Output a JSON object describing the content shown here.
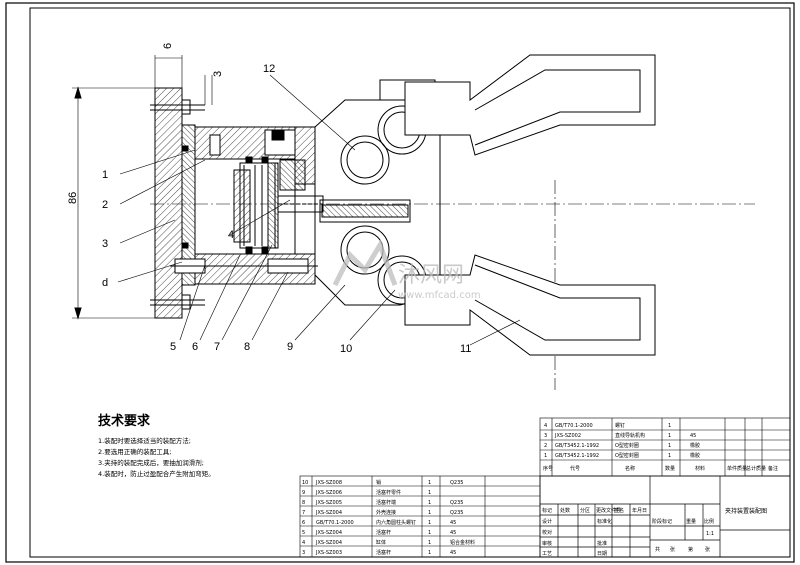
{
  "drawing": {
    "dims": {
      "width_dim": "6",
      "height_dim": "86",
      "small_dim": "3"
    },
    "part_labels": [
      "1",
      "2",
      "3",
      "4",
      "5",
      "6",
      "7",
      "8",
      "9",
      "10",
      "11",
      "12"
    ],
    "inner_label": "4",
    "side_label_d": "d",
    "watermark": {
      "cn": "沐风网",
      "en": "www.mfcad.com"
    }
  },
  "notes": {
    "heading": "技术要求",
    "lines": [
      "1.装配时要选择适当的装配方法;",
      "2.要选用正确的装配工具;",
      "3.夹持的装配完成后，要抽加润滑剂;",
      "4.装配时，防止过盈配合产生附加弯矩。"
    ]
  },
  "upper_bom": {
    "rows": [
      [
        "4",
        "GB/T70.1-2000",
        "螺钉",
        "1",
        "",
        "",
        ""
      ],
      [
        "3",
        "JXS-SZ002",
        "直线导轨机构",
        "1",
        "45",
        "",
        ""
      ],
      [
        "2",
        "GB/T3452.1-1992",
        "O型密封圈",
        "1",
        "橡胶",
        "",
        ""
      ],
      [
        "1",
        "GB/T3452.1-1992",
        "O型密封圈",
        "1",
        "橡胶",
        "",
        ""
      ]
    ],
    "header": [
      "序号",
      "代号",
      "名称",
      "数量",
      "材料",
      "单件质量",
      "总计质量",
      "备注"
    ]
  },
  "lower_bom": {
    "rows": [
      [
        "10",
        "JXS-SZ008",
        "销",
        "1",
        "Q235",
        ""
      ],
      [
        "9",
        "JXS-SZ006",
        "活塞杆零件",
        "1",
        "",
        ""
      ],
      [
        "8",
        "JXS-SZ005",
        "活塞杆端",
        "1",
        "Q235",
        ""
      ],
      [
        "7",
        "JXS-SZ004",
        "外壳连接",
        "1",
        "Q235",
        ""
      ],
      [
        "6",
        "GB/T70.1-2000",
        "内六角圆柱头螺钉",
        "1",
        "45",
        ""
      ],
      [
        "5",
        "JXS-SZ004",
        "活塞杆",
        "1",
        "45",
        ""
      ],
      [
        "4",
        "JXS-SZ004",
        "缸体",
        "1",
        "铝合金材料",
        ""
      ],
      [
        "3",
        "JXS-SZ003",
        "活塞杆",
        "1",
        "45",
        ""
      ]
    ]
  },
  "title_block": {
    "drawing_title": "夹持装置装配图",
    "rows_left": [
      "标记",
      "设计",
      "校对",
      "审核",
      "工艺"
    ],
    "cols_top": [
      "处数",
      "分区",
      "更改文件号",
      "签名",
      "年月日"
    ],
    "middle": [
      "标准化",
      "批准",
      "日期"
    ],
    "stage_label": "阶段标记",
    "weight_label": "重量",
    "scale_label": "比例",
    "scale_value": "1:1",
    "sheet_text": [
      "共",
      "张",
      "第",
      "张"
    ]
  }
}
